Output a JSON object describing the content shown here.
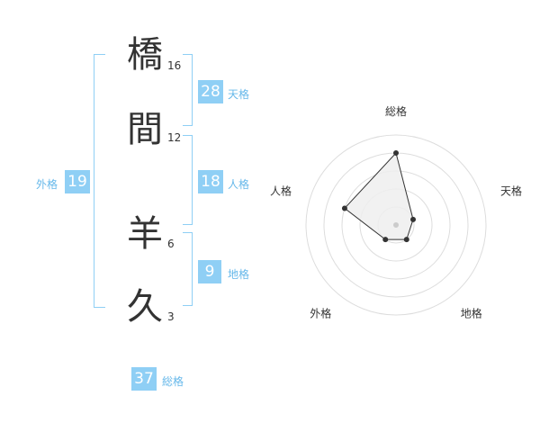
{
  "name": {
    "characters": [
      {
        "char": "橋",
        "strokes": "16"
      },
      {
        "char": "間",
        "strokes": "12"
      },
      {
        "char": "羊",
        "strokes": "6"
      },
      {
        "char": "久",
        "strokes": "3"
      }
    ]
  },
  "kaku": {
    "tenkaku": {
      "value": "28",
      "label": "天格"
    },
    "jinkaku": {
      "value": "18",
      "label": "人格"
    },
    "chikaku": {
      "value": "9",
      "label": "地格"
    },
    "gaikaku": {
      "value": "19",
      "label": "外格"
    },
    "soukaku": {
      "value": "37",
      "label": "総格"
    }
  },
  "radar": {
    "axes": [
      "総格",
      "天格",
      "地格",
      "外格",
      "人格"
    ],
    "levels": 5,
    "values": [
      4.0,
      1.0,
      1.0,
      1.0,
      3.0
    ],
    "max": 5,
    "colors": {
      "grid": "#dddddd",
      "fill": "#eeeeee",
      "line": "#333333",
      "point": "#333333",
      "center": "#cccccc"
    }
  },
  "colors": {
    "accent": "#8fcff5",
    "label": "#66b8ea"
  }
}
